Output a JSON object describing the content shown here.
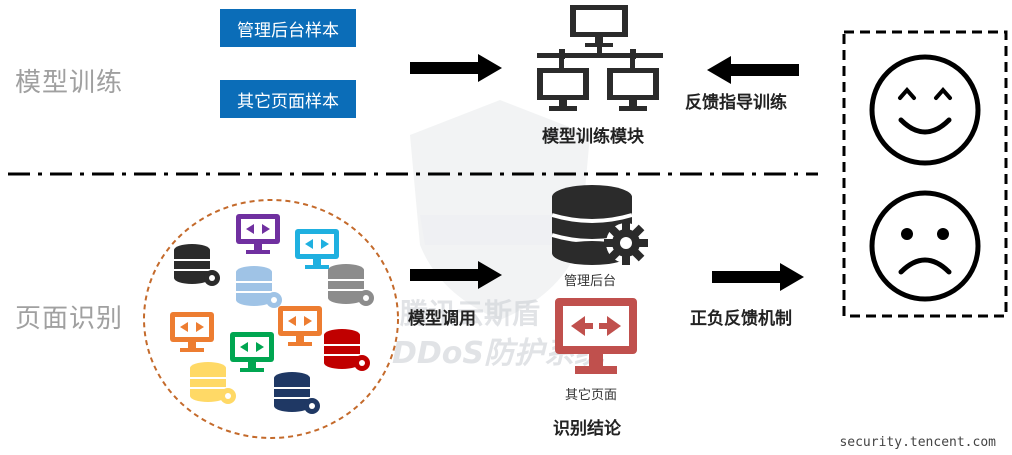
{
  "stages": {
    "training_label": "模型训练",
    "recognition_label": "页面识别"
  },
  "samples": {
    "admin_sample": "管理后台样本",
    "other_sample": "其它页面样本"
  },
  "training_module_label": "模型训练模块",
  "feedback_training_label": "反馈指导训练",
  "model_call_label": "模型调用",
  "admin_result_label": "管理后台",
  "other_result_label": "其它页面",
  "result_label": "识别结论",
  "feedback_mechanism_label": "正负反馈机制",
  "watermark": {
    "line1": "腾讯云斯盾",
    "line2": "DDoS防护系统"
  },
  "footer_url": "security.tencent.com",
  "colors": {
    "blue_box": "#0b6db8",
    "dark_icon": "#2b2b2b",
    "red_icon": "#c0504d",
    "stage_gray": "#a0a0a0"
  }
}
